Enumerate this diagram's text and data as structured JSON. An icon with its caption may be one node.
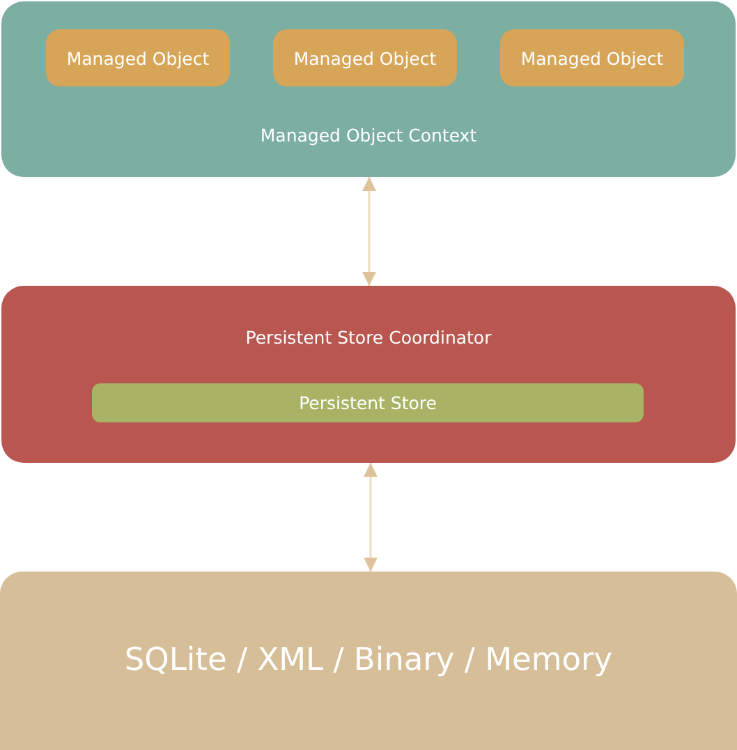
{
  "diagram": {
    "nodes": [
      {
        "text": [
          "Managed Object Context"
        ]
      },
      {
        "text": [
          "Managed Object"
        ],
        "in": 0
      },
      {
        "text": [
          "Managed Object"
        ],
        "in": 0
      },
      {
        "text": [
          "Managed Object"
        ],
        "in": 0
      },
      {
        "text": [
          "Persistent Store Coordinator"
        ]
      },
      {
        "text": [
          "Persistent Store"
        ],
        "in": 4
      },
      {
        "text": [
          "SQLite / XML / Binary / Memory"
        ]
      }
    ],
    "edges": [
      {
        "from": 0,
        "to": 4,
        "arrow": "both"
      },
      {
        "from": 4,
        "to": 6,
        "arrow": "both"
      }
    ]
  }
}
